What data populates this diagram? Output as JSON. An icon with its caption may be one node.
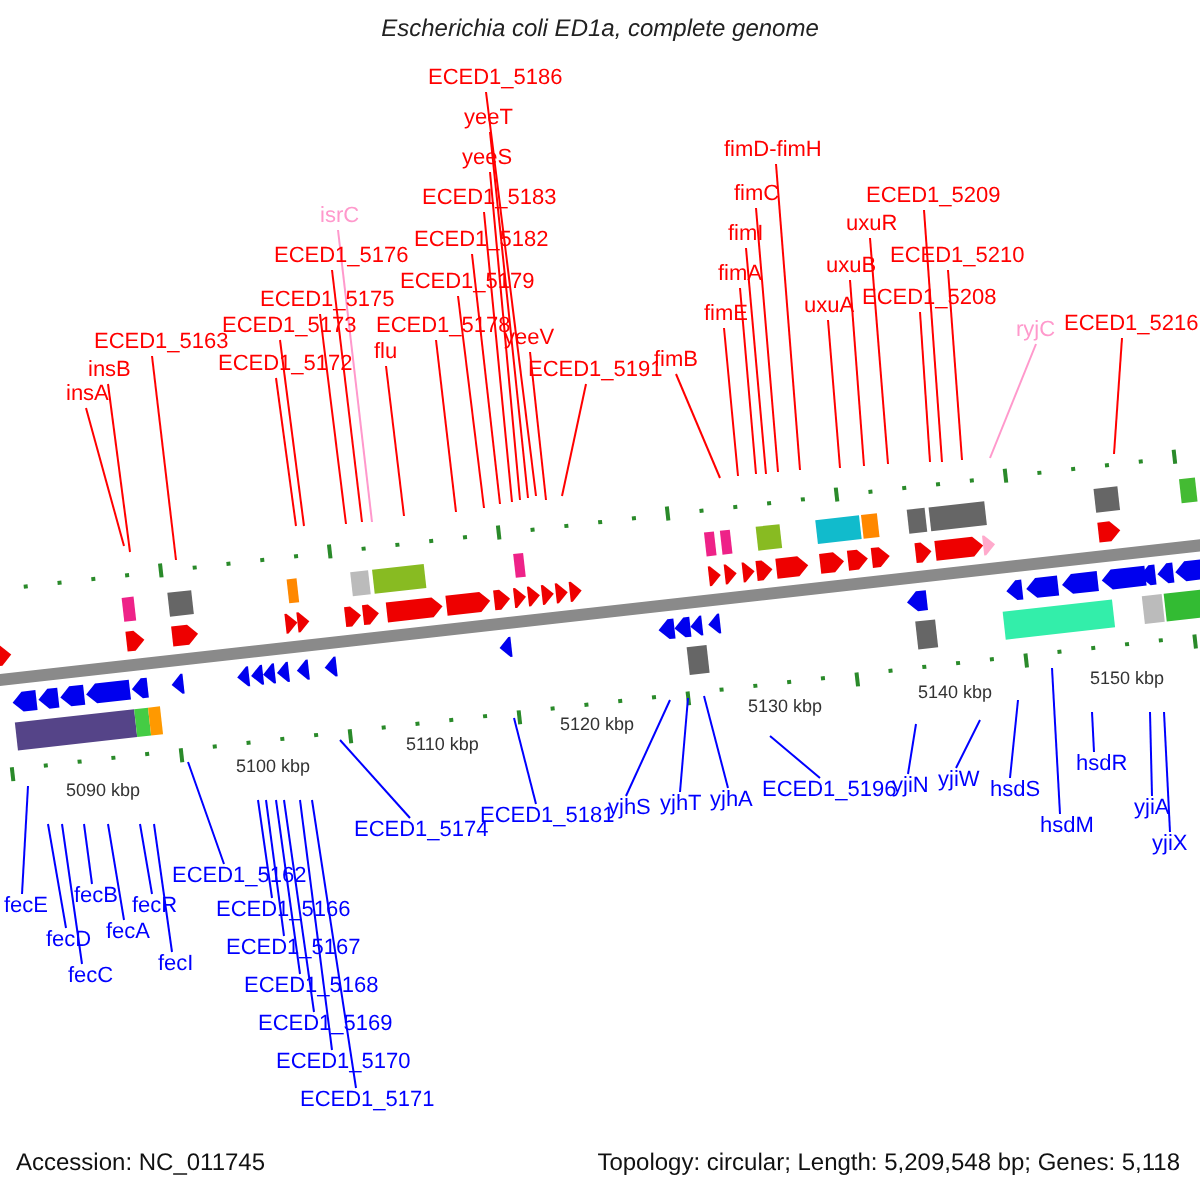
{
  "diagram": {
    "title": "Escherichia coli ED1a, complete genome",
    "nodes": [
      {
        "text": [
          "ECED1_5186"
        ]
      },
      {
        "text": [
          "yeeT"
        ]
      },
      {
        "text": [
          "yeeS"
        ]
      },
      {
        "text": [
          "ECED1_5183"
        ]
      },
      {
        "text": [
          "ECED1_5182"
        ]
      },
      {
        "text": [
          "isrC"
        ]
      },
      {
        "text": [
          "ECED1_5176"
        ]
      },
      {
        "text": [
          "ECED1_5179"
        ]
      },
      {
        "text": [
          "ECED1_5175"
        ]
      },
      {
        "text": [
          "ECED1_5173"
        ]
      },
      {
        "text": [
          "ECED1_5178"
        ]
      },
      {
        "text": [
          "yeeV"
        ]
      },
      {
        "text": [
          "ECED1_5163"
        ]
      },
      {
        "text": [
          "flu"
        ]
      },
      {
        "text": [
          "ECED1_5172"
        ]
      },
      {
        "text": [
          "ECED1_5191"
        ]
      },
      {
        "text": [
          "insB"
        ]
      },
      {
        "text": [
          "insA"
        ]
      },
      {
        "text": [
          "fimD-fimH"
        ]
      },
      {
        "text": [
          "fimC"
        ]
      },
      {
        "text": [
          "fimI"
        ]
      },
      {
        "text": [
          "ECED1_5209"
        ]
      },
      {
        "text": [
          "uxuR"
        ]
      },
      {
        "text": [
          "ECED1_5210"
        ]
      },
      {
        "text": [
          "fimA"
        ]
      },
      {
        "text": [
          "uxuB"
        ]
      },
      {
        "text": [
          "uxuA"
        ]
      },
      {
        "text": [
          "ECED1_5208"
        ]
      },
      {
        "text": [
          "fimE"
        ]
      },
      {
        "text": [
          "ryjC"
        ]
      },
      {
        "text": [
          "ECED1_5216"
        ]
      },
      {
        "text": [
          "fimB"
        ]
      },
      {
        "text": [
          "ECED1_5162"
        ]
      },
      {
        "text": [
          "fecE"
        ]
      },
      {
        "text": [
          "fecB"
        ]
      },
      {
        "text": [
          "fecR"
        ]
      },
      {
        "text": [
          "ECED1_5166"
        ]
      },
      {
        "text": [
          "fecD"
        ]
      },
      {
        "text": [
          "fecA"
        ]
      },
      {
        "text": [
          "fecI"
        ]
      },
      {
        "text": [
          "ECED1_5167"
        ]
      },
      {
        "text": [
          "fecC"
        ]
      },
      {
        "text": [
          "ECED1_5168"
        ]
      },
      {
        "text": [
          "ECED1_5169"
        ]
      },
      {
        "text": [
          "ECED1_5170"
        ]
      },
      {
        "text": [
          "ECED1_5171"
        ]
      },
      {
        "text": [
          "ECED1_5174"
        ]
      },
      {
        "text": [
          "ECED1_5181"
        ]
      },
      {
        "text": [
          "yjhS"
        ]
      },
      {
        "text": [
          "yjhT"
        ]
      },
      {
        "text": [
          "yjhA"
        ]
      },
      {
        "text": [
          "ECED1_5196"
        ]
      },
      {
        "text": [
          "yjiN"
        ]
      },
      {
        "text": [
          "yjiW"
        ]
      },
      {
        "text": [
          "hsdS"
        ]
      },
      {
        "text": [
          "hsdR"
        ]
      },
      {
        "text": [
          "hsdM"
        ]
      },
      {
        "text": [
          "yjiA"
        ]
      },
      {
        "text": [
          "yjiX"
        ]
      }
    ],
    "edges": [
      {
        "from": 0,
        "to": null,
        "arrow": "none"
      },
      {
        "from": 1,
        "to": null,
        "arrow": "none"
      },
      {
        "from": 2,
        "to": null,
        "arrow": "none"
      },
      {
        "from": 3,
        "to": null,
        "arrow": "none"
      },
      {
        "from": 4,
        "to": null,
        "arrow": "none"
      },
      {
        "from": 5,
        "to": null,
        "arrow": "none",
        "color": "#ff99cc"
      },
      {
        "from": 6,
        "to": null,
        "arrow": "none"
      },
      {
        "from": 7,
        "to": null,
        "arrow": "none"
      },
      {
        "from": 8,
        "to": null,
        "arrow": "none"
      },
      {
        "from": 9,
        "to": null,
        "arrow": "none"
      },
      {
        "from": 10,
        "to": null,
        "arrow": "none"
      },
      {
        "from": 11,
        "to": null,
        "arrow": "none"
      },
      {
        "from": 12,
        "to": null,
        "arrow": "none"
      },
      {
        "from": 13,
        "to": null,
        "arrow": "none"
      },
      {
        "from": 14,
        "to": null,
        "arrow": "none"
      },
      {
        "from": 15,
        "to": null,
        "arrow": "none"
      },
      {
        "from": 16,
        "to": null,
        "arrow": "none"
      },
      {
        "from": 17,
        "to": null,
        "arrow": "none"
      },
      {
        "from": 18,
        "to": null,
        "arrow": "none"
      },
      {
        "from": 19,
        "to": null,
        "arrow": "none"
      },
      {
        "from": 20,
        "to": null,
        "arrow": "none"
      },
      {
        "from": 21,
        "to": null,
        "arrow": "none"
      },
      {
        "from": 22,
        "to": null,
        "arrow": "none"
      },
      {
        "from": 23,
        "to": null,
        "arrow": "none"
      },
      {
        "from": 24,
        "to": null,
        "arrow": "none"
      },
      {
        "from": 25,
        "to": null,
        "arrow": "none"
      },
      {
        "from": 26,
        "to": null,
        "arrow": "none"
      },
      {
        "from": 27,
        "to": null,
        "arrow": "none"
      },
      {
        "from": 28,
        "to": null,
        "arrow": "none"
      },
      {
        "from": 29,
        "to": null,
        "arrow": "none",
        "color": "#ff99cc"
      },
      {
        "from": 30,
        "to": null,
        "arrow": "none"
      },
      {
        "from": 31,
        "to": null,
        "arrow": "none"
      },
      {
        "from": 32,
        "to": null,
        "arrow": "none",
        "color": "#0000ff"
      },
      {
        "from": 33,
        "to": null,
        "arrow": "none",
        "color": "#0000ff"
      },
      {
        "from": 34,
        "to": null,
        "arrow": "none",
        "color": "#0000ff"
      },
      {
        "from": 35,
        "to": null,
        "arrow": "none",
        "color": "#0000ff"
      },
      {
        "from": 36,
        "to": null,
        "arrow": "none",
        "color": "#0000ff"
      },
      {
        "from": 37,
        "to": null,
        "arrow": "none",
        "color": "#0000ff"
      },
      {
        "from": 38,
        "to": null,
        "arrow": "none",
        "color": "#0000ff"
      },
      {
        "from": 39,
        "to": null,
        "arrow": "none",
        "color": "#0000ff"
      },
      {
        "from": 40,
        "to": null,
        "arrow": "none",
        "color": "#0000ff"
      },
      {
        "from": 41,
        "to": null,
        "arrow": "none",
        "color": "#0000ff"
      },
      {
        "from": 42,
        "to": null,
        "arrow": "none",
        "color": "#0000ff"
      },
      {
        "from": 43,
        "to": null,
        "arrow": "none",
        "color": "#0000ff"
      },
      {
        "from": 44,
        "to": null,
        "arrow": "none",
        "color": "#0000ff"
      },
      {
        "from": 45,
        "to": null,
        "arrow": "none",
        "color": "#0000ff"
      },
      {
        "from": 46,
        "to": null,
        "arrow": "none",
        "color": "#0000ff"
      },
      {
        "from": 47,
        "to": null,
        "arrow": "none",
        "color": "#0000ff"
      },
      {
        "from": 48,
        "to": null,
        "arrow": "none",
        "color": "#0000ff"
      },
      {
        "from": 49,
        "to": null,
        "arrow": "none",
        "color": "#0000ff"
      },
      {
        "from": 50,
        "to": null,
        "arrow": "none",
        "color": "#0000ff"
      },
      {
        "from": 51,
        "to": null,
        "arrow": "none",
        "color": "#0000ff"
      },
      {
        "from": 52,
        "to": null,
        "arrow": "none",
        "color": "#0000ff"
      },
      {
        "from": 53,
        "to": null,
        "arrow": "none",
        "color": "#0000ff"
      },
      {
        "from": 54,
        "to": null,
        "arrow": "none",
        "color": "#0000ff"
      },
      {
        "from": 55,
        "to": null,
        "arrow": "none",
        "color": "#0000ff"
      },
      {
        "from": 56,
        "to": null,
        "arrow": "none",
        "color": "#0000ff"
      },
      {
        "from": 57,
        "to": null,
        "arrow": "none",
        "color": "#0000ff"
      },
      {
        "from": 58,
        "to": null,
        "arrow": "none",
        "color": "#0000ff"
      }
    ],
    "labels": [
      "5090 kbp",
      "5100 kbp",
      "5110 kbp",
      "5120 kbp",
      "5130 kbp",
      "5140 kbp",
      "5150 kbp",
      "Accession: NC_011745",
      "Topology: circular; Length: 5,209,548 bp; Genes: 5,118"
    ]
  }
}
